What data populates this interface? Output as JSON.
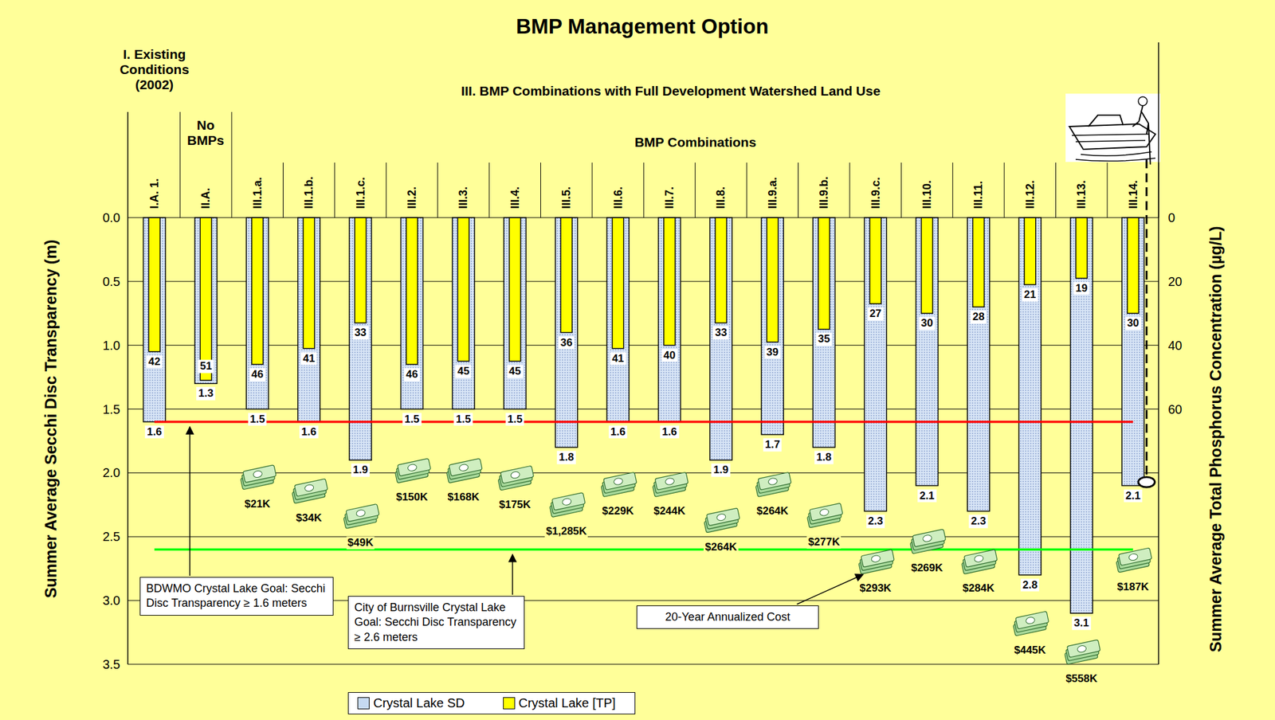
{
  "diagram": {
    "title": "BMP Management Option",
    "nodes": [
      {
        "text": [
          "BDWMO Crystal Lake Goal: Secchi Disc Transparency ≥ 1.6 meters"
        ]
      },
      {
        "text": [
          "City of Burnsville Crystal Lake Goal: Secchi Disc Transparency ≥ 2.6 meters"
        ]
      },
      {
        "text": [
          "20-Year Annualized Cost"
        ]
      }
    ],
    "labels": [
      "I. Existing Conditions (2002)",
      "III. BMP Combinations with Full Development Watershed Land Use",
      "No BMPs",
      "BMP Combinations",
      "I.A. 1.",
      "II.A.",
      "III.1.a.",
      "III.1.b.",
      "III.1.c.",
      "III.2.",
      "III.3.",
      "III.4.",
      "III.5.",
      "III.6.",
      "III.7.",
      "III.8.",
      "III.9.a.",
      "III.9.b.",
      "III.9.c.",
      "III.10.",
      "III.11.",
      "III.12.",
      "III.13.",
      "III.14.",
      "0.0",
      "0.5",
      "1.0",
      "1.5",
      "2.0",
      "2.5",
      "3.0",
      "3.5",
      "0",
      "20",
      "40",
      "60",
      "Summer Average Secchi Disc Transparency (m)",
      "Summer Average Total Phosphorus Concentration (µg/L)",
      "42",
      "51",
      "46",
      "41",
      "33",
      "46",
      "45",
      "45",
      "36",
      "41",
      "40",
      "33",
      "39",
      "35",
      "27",
      "30",
      "28",
      "21",
      "19",
      "30",
      "1.6",
      "1.3",
      "1.5",
      "1.6",
      "1.9",
      "1.5",
      "1.5",
      "1.5",
      "1.8",
      "1.6",
      "1.6",
      "1.9",
      "1.7",
      "1.8",
      "2.3",
      "2.1",
      "2.3",
      "2.8",
      "3.1",
      "2.1",
      "$21K",
      "$34K",
      "$49K",
      "$150K",
      "$168K",
      "$175K",
      "$1,285K",
      "$229K",
      "$244K",
      "$264K",
      "$264K",
      "$277K",
      "$293K",
      "$269K",
      "$284K",
      "$445K",
      "$558K",
      "$187K"
    ],
    "legend": [
      {
        "text": "Crystal Lake SD",
        "color": "#c6d9f1"
      },
      {
        "text": "Crystal Lake [TP]",
        "color": "#ffff00"
      }
    ]
  }
}
